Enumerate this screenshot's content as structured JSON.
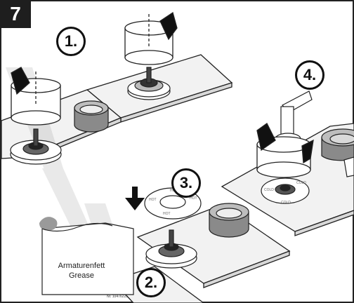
{
  "step": {
    "number": "7"
  },
  "callouts": [
    {
      "label": "1."
    },
    {
      "label": "2."
    },
    {
      "label": "3."
    },
    {
      "label": "4."
    }
  ],
  "grease": {
    "line1": "Armaturenfett",
    "line2": "Grease",
    "part_number": "Nr. 10476225"
  },
  "ring_labels": {
    "hot": "HOT",
    "cold": "COLD"
  },
  "colors": {
    "outline": "#222222",
    "slab": "#efefef",
    "knob": "#8c8c8c",
    "badge": "#1e1e1e"
  }
}
